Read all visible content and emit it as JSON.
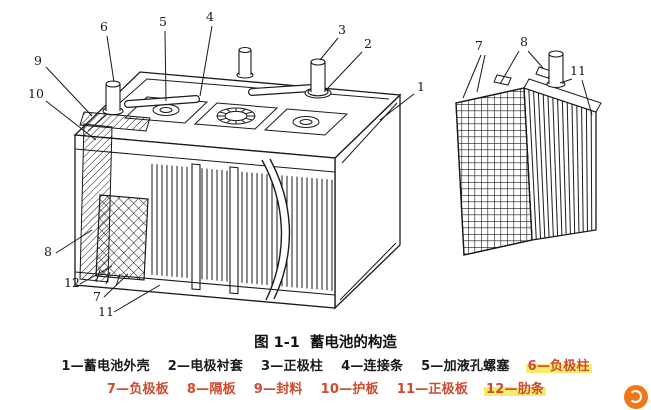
{
  "figure": {
    "caption_label": "图 1-1",
    "caption_title": "蓄电池的构造"
  },
  "legend": {
    "line1": [
      "1—蓄电池外壳",
      "2—电极衬套",
      "3—正极柱",
      "4—连接条",
      "5—加液孔螺塞",
      "6—负极柱"
    ],
    "line2": [
      "7—负极板",
      "8—隔板",
      "9—封料",
      "10—护板",
      "11—正极板",
      "12—肋条"
    ]
  },
  "callouts": {
    "left": [
      "6",
      "5",
      "4",
      "3",
      "2",
      "9",
      "10",
      "1",
      "8",
      "12",
      "7",
      "11"
    ],
    "right": [
      "7",
      "8",
      "11"
    ]
  },
  "colors": {
    "ink": "#1a1a1a",
    "legend_red": "#cf4a2e",
    "highlight_yellow": "#f7e84a",
    "watermark_orange": "#f07818"
  }
}
